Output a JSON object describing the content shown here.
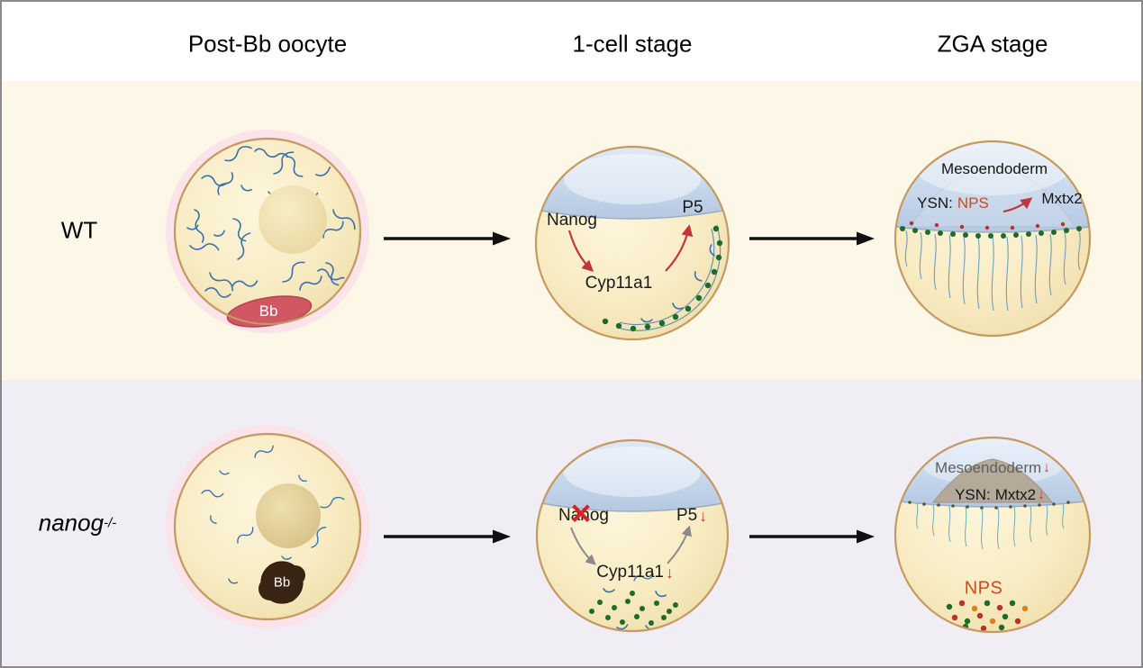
{
  "header": {
    "post_bb": "Post-Bb oocyte",
    "one_cell": "1-cell stage",
    "zga": "ZGA stage"
  },
  "rows": {
    "wt": {
      "label": "WT",
      "oocyte": {
        "bb": "Bb"
      },
      "one_cell": {
        "nanog": "Nanog",
        "cyp11a1": "Cyp11a1",
        "p5": "P5"
      },
      "zga": {
        "mesoendoderm": "Mesoendoderm",
        "ysn": "YSN:",
        "nps": "NPS",
        "mxtx2": "Mxtx2"
      }
    },
    "mutant": {
      "label_gene": "nanog",
      "label_allele": "-/-",
      "oocyte": {
        "bb": "Bb"
      },
      "one_cell": {
        "nanog": "Nanog",
        "cyp11a1": "Cyp11a1",
        "p5": "P5"
      },
      "zga": {
        "mesoendoderm": "Mesoendoderm",
        "ysn": "YSN:",
        "mxtx2": "Mxtx2",
        "nps": "NPS"
      }
    }
  },
  "glyphs": {
    "down_arrow": "↓",
    "knockout_x": "✕"
  },
  "colors": {
    "wt_band_bg": "#fcf7e7",
    "mutant_band_bg": "#f1edf5",
    "yolk": "#f8ecc4",
    "oocyte_halo_pink": "#fbe3ea",
    "balbiani_body_wt": "#d15862",
    "balbiani_body_mutant": "#3a2414",
    "blastodisc_blue": "#c3d4ea",
    "rna_thread_blue": "#3a6fa8",
    "granule_green": "#1d6b28",
    "granule_red": "#b83228",
    "granule_orange": "#d98220",
    "accent_red": "#c2353f",
    "nps_text": "#cd4a1e",
    "flow_arrow_black": "#111111"
  }
}
